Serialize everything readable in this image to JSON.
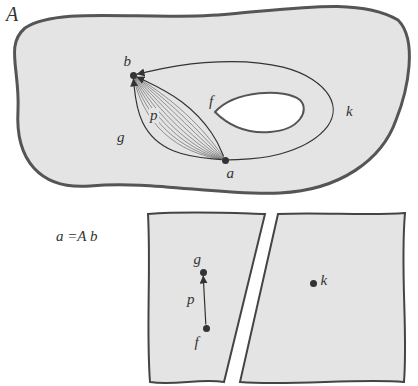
{
  "diagram": {
    "nodes": [
      {
        "text": [
          "A"
        ]
      },
      {
        "text": [
          "b"
        ],
        "in": 0
      },
      {
        "text": [
          "a"
        ],
        "in": 0
      },
      {
        "text": [
          "g"
        ]
      },
      {
        "text": [
          "f"
        ]
      },
      {
        "text": [
          "k"
        ]
      }
    ],
    "edges": [
      {
        "from": 2,
        "to": 1,
        "arrow": "to",
        "label": "f"
      },
      {
        "from": 2,
        "to": 1,
        "arrow": "to",
        "label": "g"
      },
      {
        "from": 2,
        "to": 1,
        "arrow": "to",
        "label": "k"
      },
      {
        "from": 4,
        "to": 3,
        "arrow": "to",
        "label": "p"
      }
    ],
    "labels": [
      "p",
      "a =A b"
    ]
  }
}
